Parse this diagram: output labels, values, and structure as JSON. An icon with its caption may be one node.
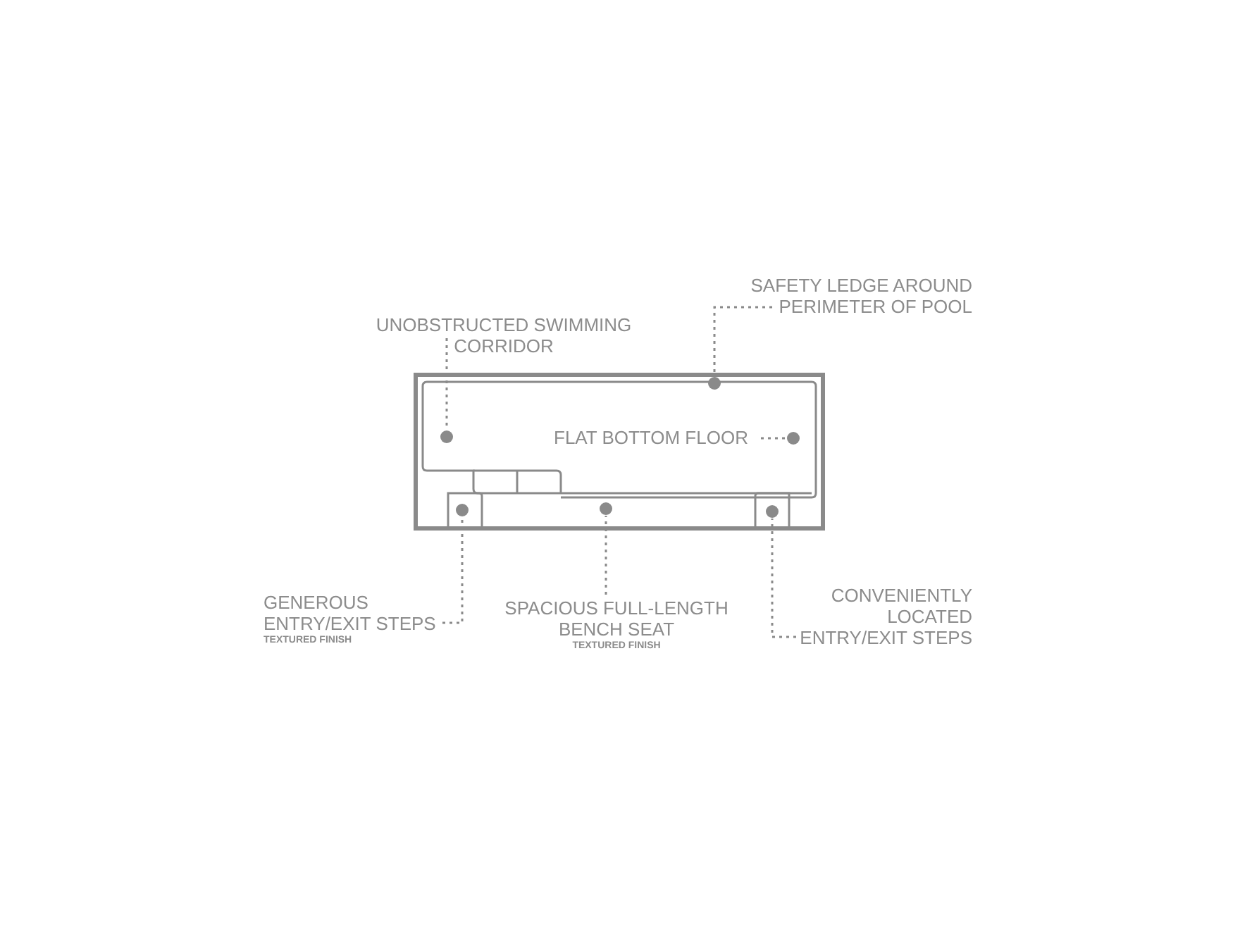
{
  "diagram": {
    "nodes": [
      {
        "text": [
          "SAFETY LEDGE AROUND PERIMETER OF POOL"
        ]
      },
      {
        "text": [
          "UNOBSTRUCTED SWIMMING CORRIDOR"
        ]
      },
      {
        "text": [
          "FLAT BOTTOM FLOOR"
        ]
      },
      {
        "text": [
          "GENEROUS ENTRY/EXIT STEPS",
          "TEXTURED FINISH"
        ]
      },
      {
        "text": [
          "SPACIOUS FULL-LENGTH BENCH SEAT",
          "TEXTURED FINISH"
        ]
      },
      {
        "text": [
          "CONVENIENTLY LOCATED ENTRY/EXIT STEPS"
        ]
      },
      {
        "text": [],
        "shape": "circle"
      },
      {
        "text": [],
        "shape": "circle"
      },
      {
        "text": [],
        "shape": "circle"
      },
      {
        "text": [],
        "shape": "circle"
      },
      {
        "text": [],
        "shape": "circle"
      },
      {
        "text": [],
        "shape": "circle"
      }
    ],
    "edges": [
      {
        "from": 0,
        "to": 6,
        "arrow": "none",
        "style": "dashed"
      },
      {
        "from": 1,
        "to": 7,
        "arrow": "none",
        "style": "dashed"
      },
      {
        "from": 2,
        "to": 8,
        "arrow": "none",
        "style": "dashed"
      },
      {
        "from": 3,
        "to": 9,
        "arrow": "none",
        "style": "dashed"
      },
      {
        "from": 4,
        "to": 10,
        "arrow": "none",
        "style": "dashed"
      },
      {
        "from": 5,
        "to": 11,
        "arrow": "none",
        "style": "dashed"
      }
    ]
  }
}
